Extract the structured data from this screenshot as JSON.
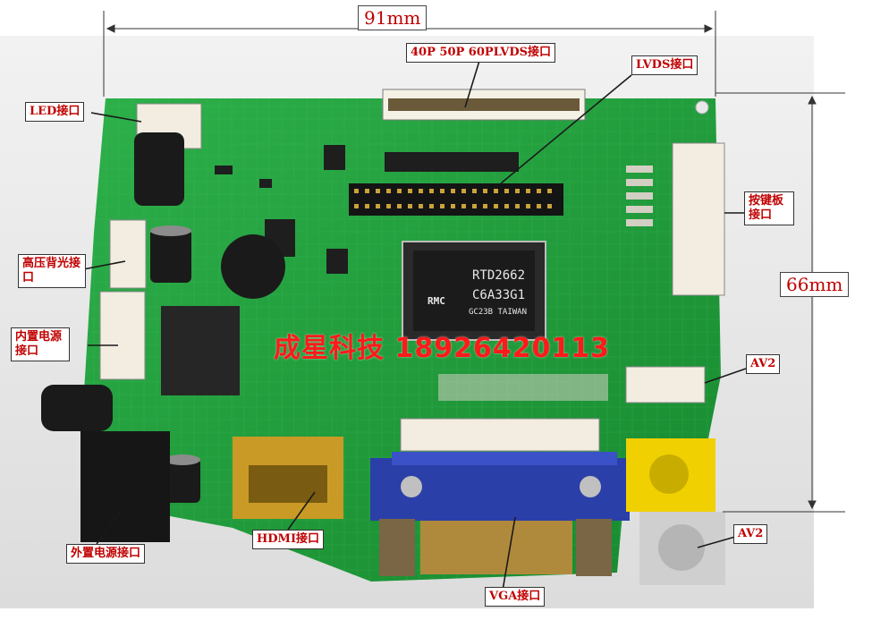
{
  "dimensions": {
    "width_label": "91mm",
    "height_label": "66mm"
  },
  "labels": {
    "lvds_40_50_60": "40P 50P 60PLVDS接口",
    "lvds": "LVDS接口",
    "led": "LED接口",
    "keypad": "按键板接口",
    "hv_backlight": "高压背光接口",
    "internal_power": "内置电源接口",
    "av2_top": "AV2",
    "av2_bottom": "AV2",
    "external_power": "外置电源接口",
    "hdmi": "HDMI接口",
    "vga": "VGA接口"
  },
  "watermark": "成星科技 18926420113",
  "chip": {
    "model": "RTD2662",
    "code": "C6A33G1",
    "origin": "GC23B TAIWAN",
    "brand": "RMC"
  },
  "colors": {
    "pcb": "#1f9e3a",
    "label_text": "#c00000",
    "watermark": "#ff1a1a"
  }
}
